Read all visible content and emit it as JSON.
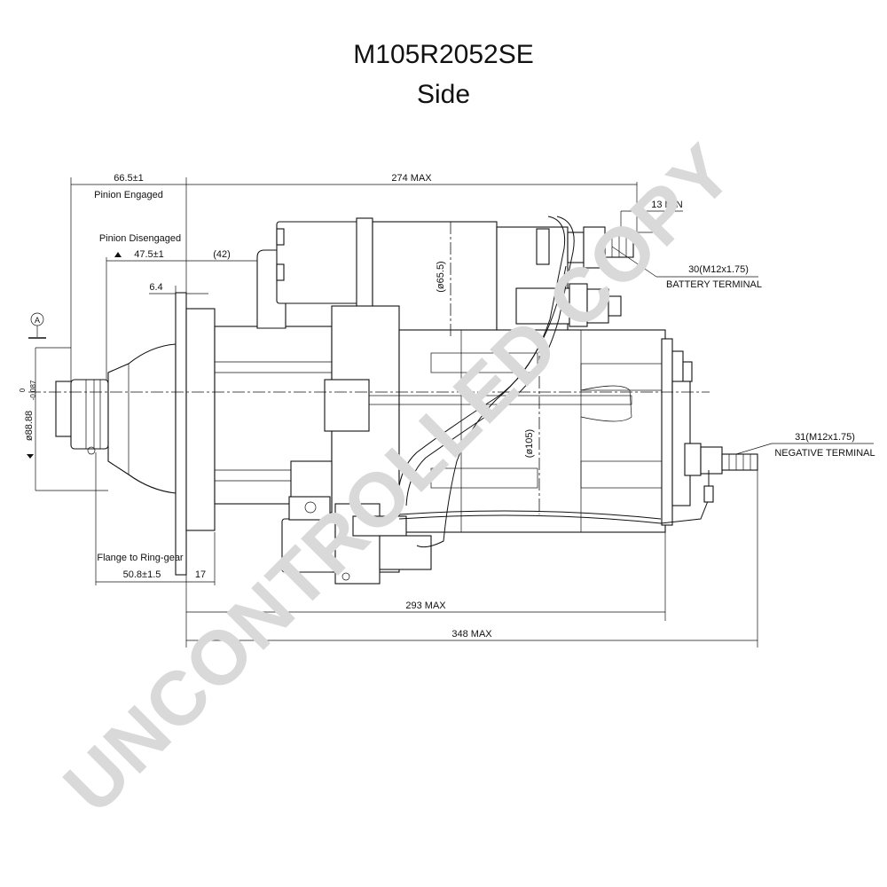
{
  "title": "M105R2052SE",
  "subtitle": "Side",
  "watermark": "UNCONTROLLED COPY",
  "dimensions": {
    "pinion_engaged_value": "66.5±1",
    "pinion_engaged_label": "Pinion Engaged",
    "pinion_disengaged_label": "Pinion Disengaged",
    "pinion_disengaged_value": "47.5±1",
    "paren_42": "(42)",
    "d_6_4": "6.4",
    "max_274": "274 MAX",
    "min_13": "13 MIN",
    "battery_thread": "30(M12x1.75)",
    "battery_terminal": "BATTERY TERMINAL",
    "dia_65_5": "(ø65.5)",
    "dia_105": "(ø105)",
    "negative_thread": "31(M12x1.75)",
    "negative_terminal": "NEGATIVE TERMINAL",
    "flange_label": "Flange to Ring-gear",
    "flange_value": "50.8±1.5",
    "d_17": "17",
    "max_293": "293 MAX",
    "max_348": "348 MAX",
    "pilot_dia": "ø88.88",
    "pilot_tol_upper": "0",
    "pilot_tol_lower": "-0.087",
    "datum": "A"
  }
}
